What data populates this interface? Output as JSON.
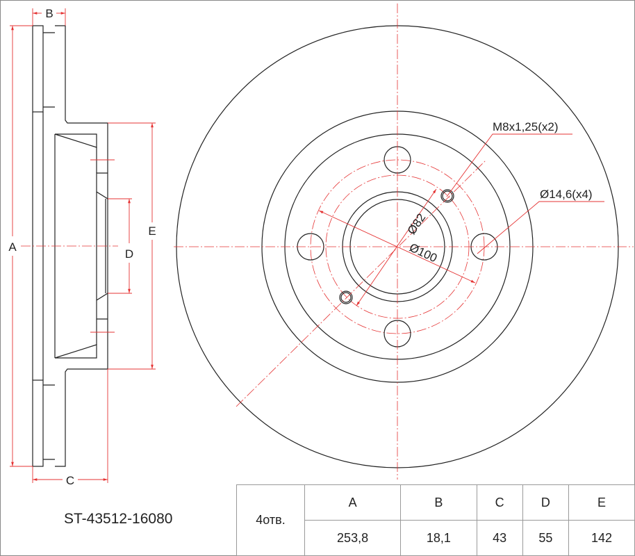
{
  "part_number": "ST-43512-16080",
  "labels": {
    "A": "A",
    "B": "B",
    "C": "C",
    "D": "D",
    "E": "E"
  },
  "annotations": {
    "thread": "M8x1,25(x2)",
    "hole": "Ø14,6(x4)",
    "hub_dia": "Ø82",
    "pcd": "Ø100"
  },
  "table": {
    "holes_label": "4отв.",
    "headers": [
      "A",
      "B",
      "C",
      "D",
      "E"
    ],
    "values": [
      "253,8",
      "18,1",
      "43",
      "55",
      "142"
    ]
  },
  "colors": {
    "dimension": "#e53333",
    "line": "#222222"
  }
}
